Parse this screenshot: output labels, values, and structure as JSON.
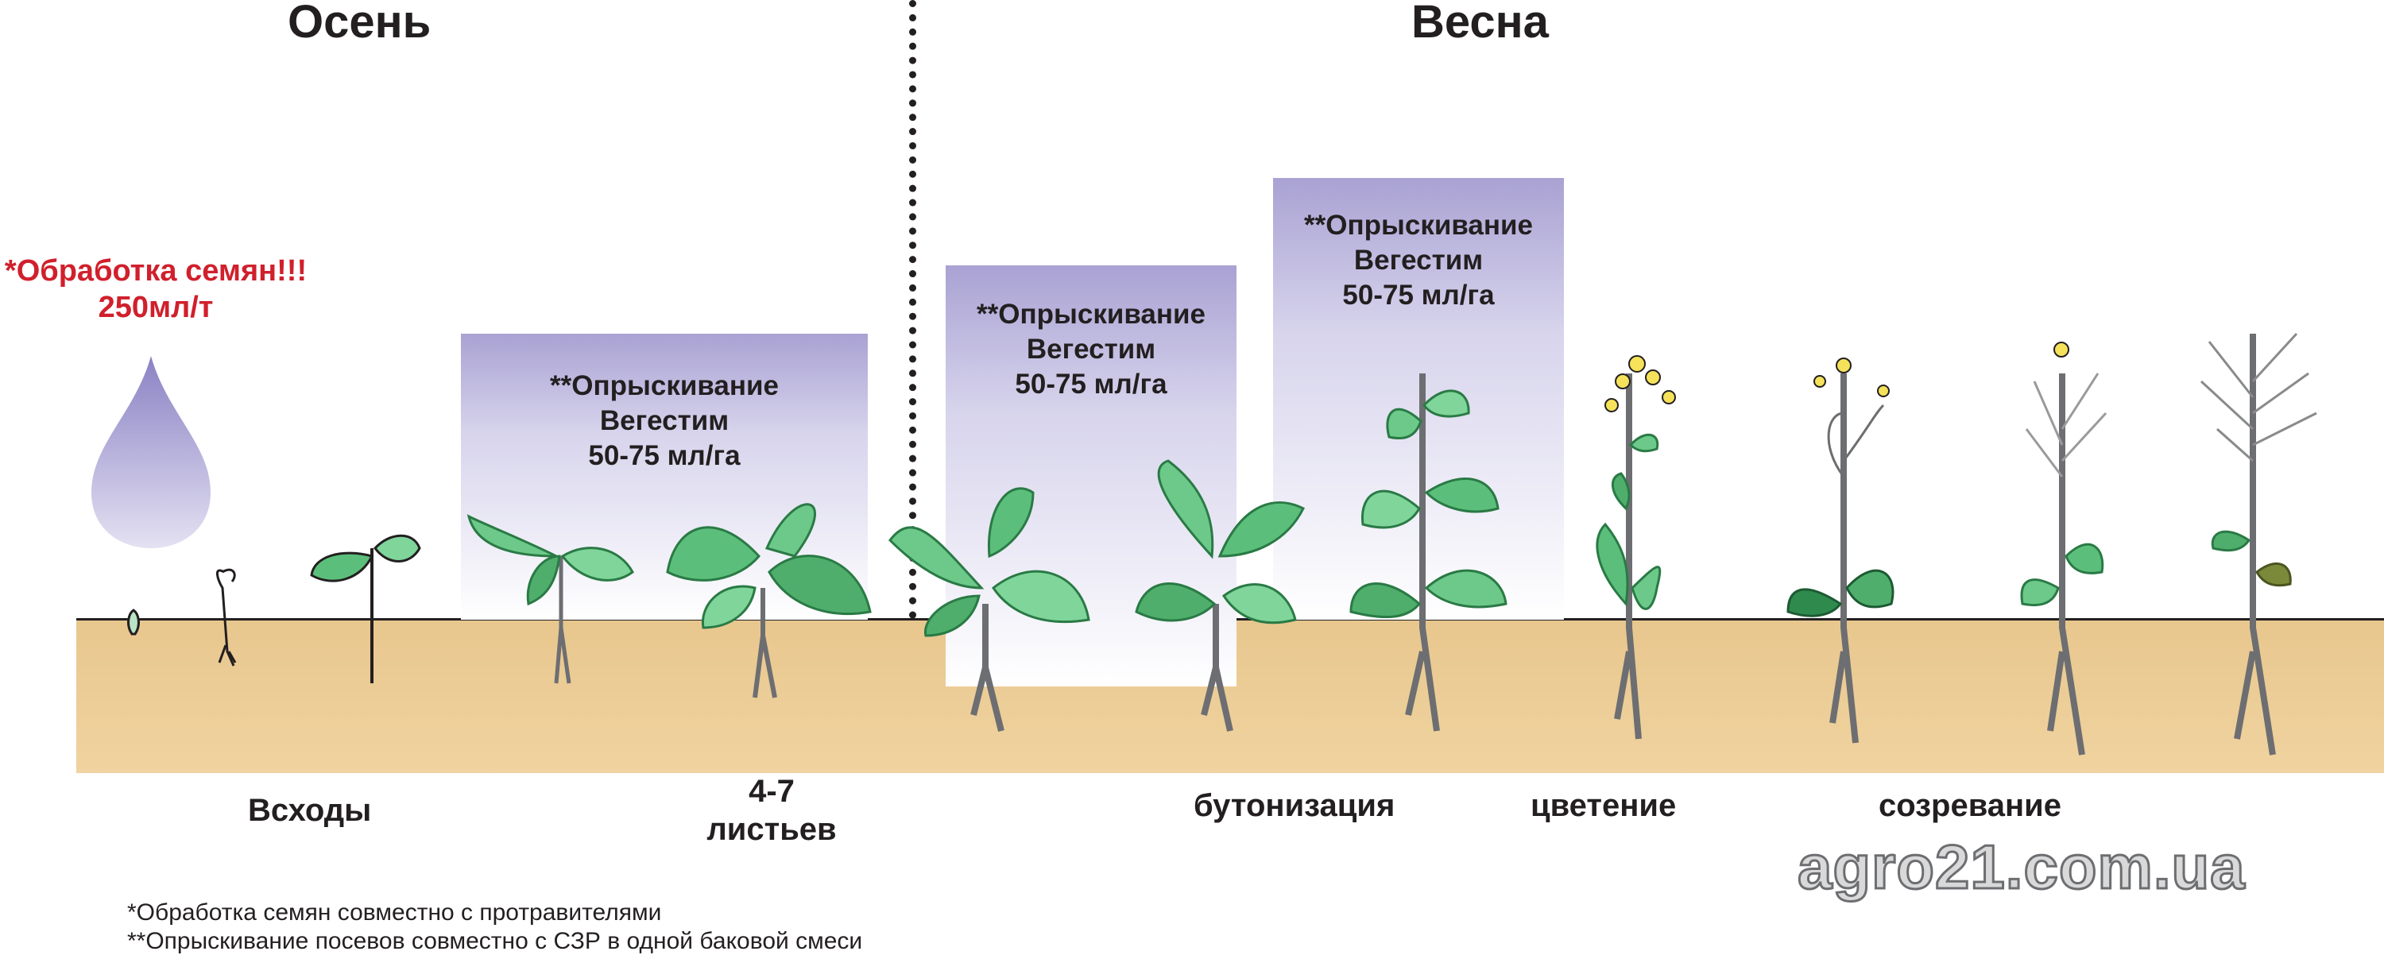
{
  "seasons": {
    "autumn": "Осень",
    "spring": "Весна"
  },
  "seed_treatment": {
    "line1": "*Обработка семян!!!",
    "line2": "250мл/т"
  },
  "spray_boxes": [
    {
      "line1": "**Опрыскивание",
      "line2": "Вегестим",
      "line3": "50-75 мл/га"
    },
    {
      "line1": "**Опрыскивание",
      "line2": "Вегестим",
      "line3": "50-75 мл/га"
    },
    {
      "line1": "**Опрыскивание",
      "line2": "Вегестим",
      "line3": "50-75 мл/га"
    }
  ],
  "stages": {
    "emergence": "Всходы",
    "leaves_line1": "4-7",
    "leaves_line2": "листьев",
    "budding": "бутонизация",
    "flowering": "цветение",
    "ripening": "созревание"
  },
  "footnotes": [
    "*Обработка семян совместно с протравителями",
    "**Опрыскивание посевов совместно с СЗР в одной баковой смеси"
  ],
  "watermark": "agro21.com.ua",
  "colors": {
    "accent_red": "#d0202c",
    "spray_gradient_top": "#a9a2d3",
    "soil": "#ebcb93",
    "leaf_green": "#6cc98a",
    "flower_yellow": "#f5e25a"
  },
  "icons": [
    "droplet-icon",
    "seed-icon",
    "plant-icon",
    "flower-icon"
  ]
}
